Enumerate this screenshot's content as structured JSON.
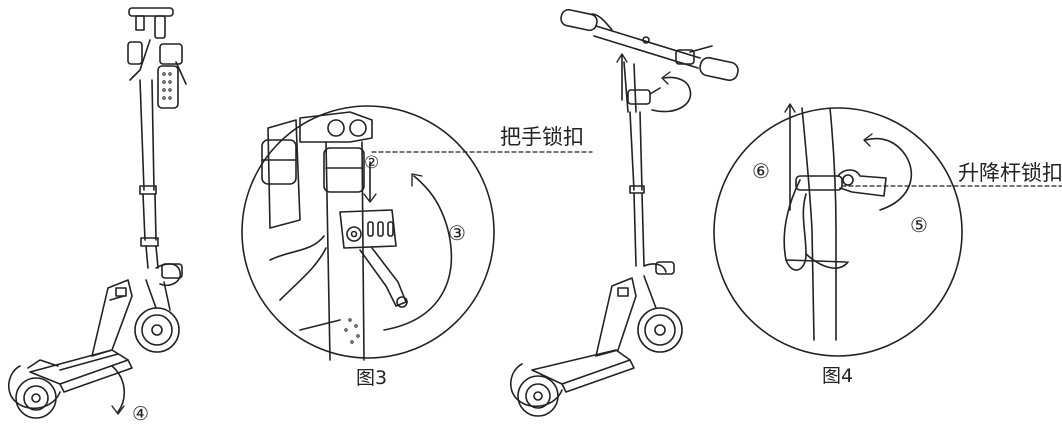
{
  "labels": {
    "handle_lock": "把手锁扣",
    "lift_rod_lock": "升降杆锁扣",
    "figure3": "图3",
    "figure4": "图4"
  },
  "steps": {
    "s2": "②",
    "s3": "③",
    "s4": "④",
    "s5": "⑤",
    "s6": "⑥"
  }
}
